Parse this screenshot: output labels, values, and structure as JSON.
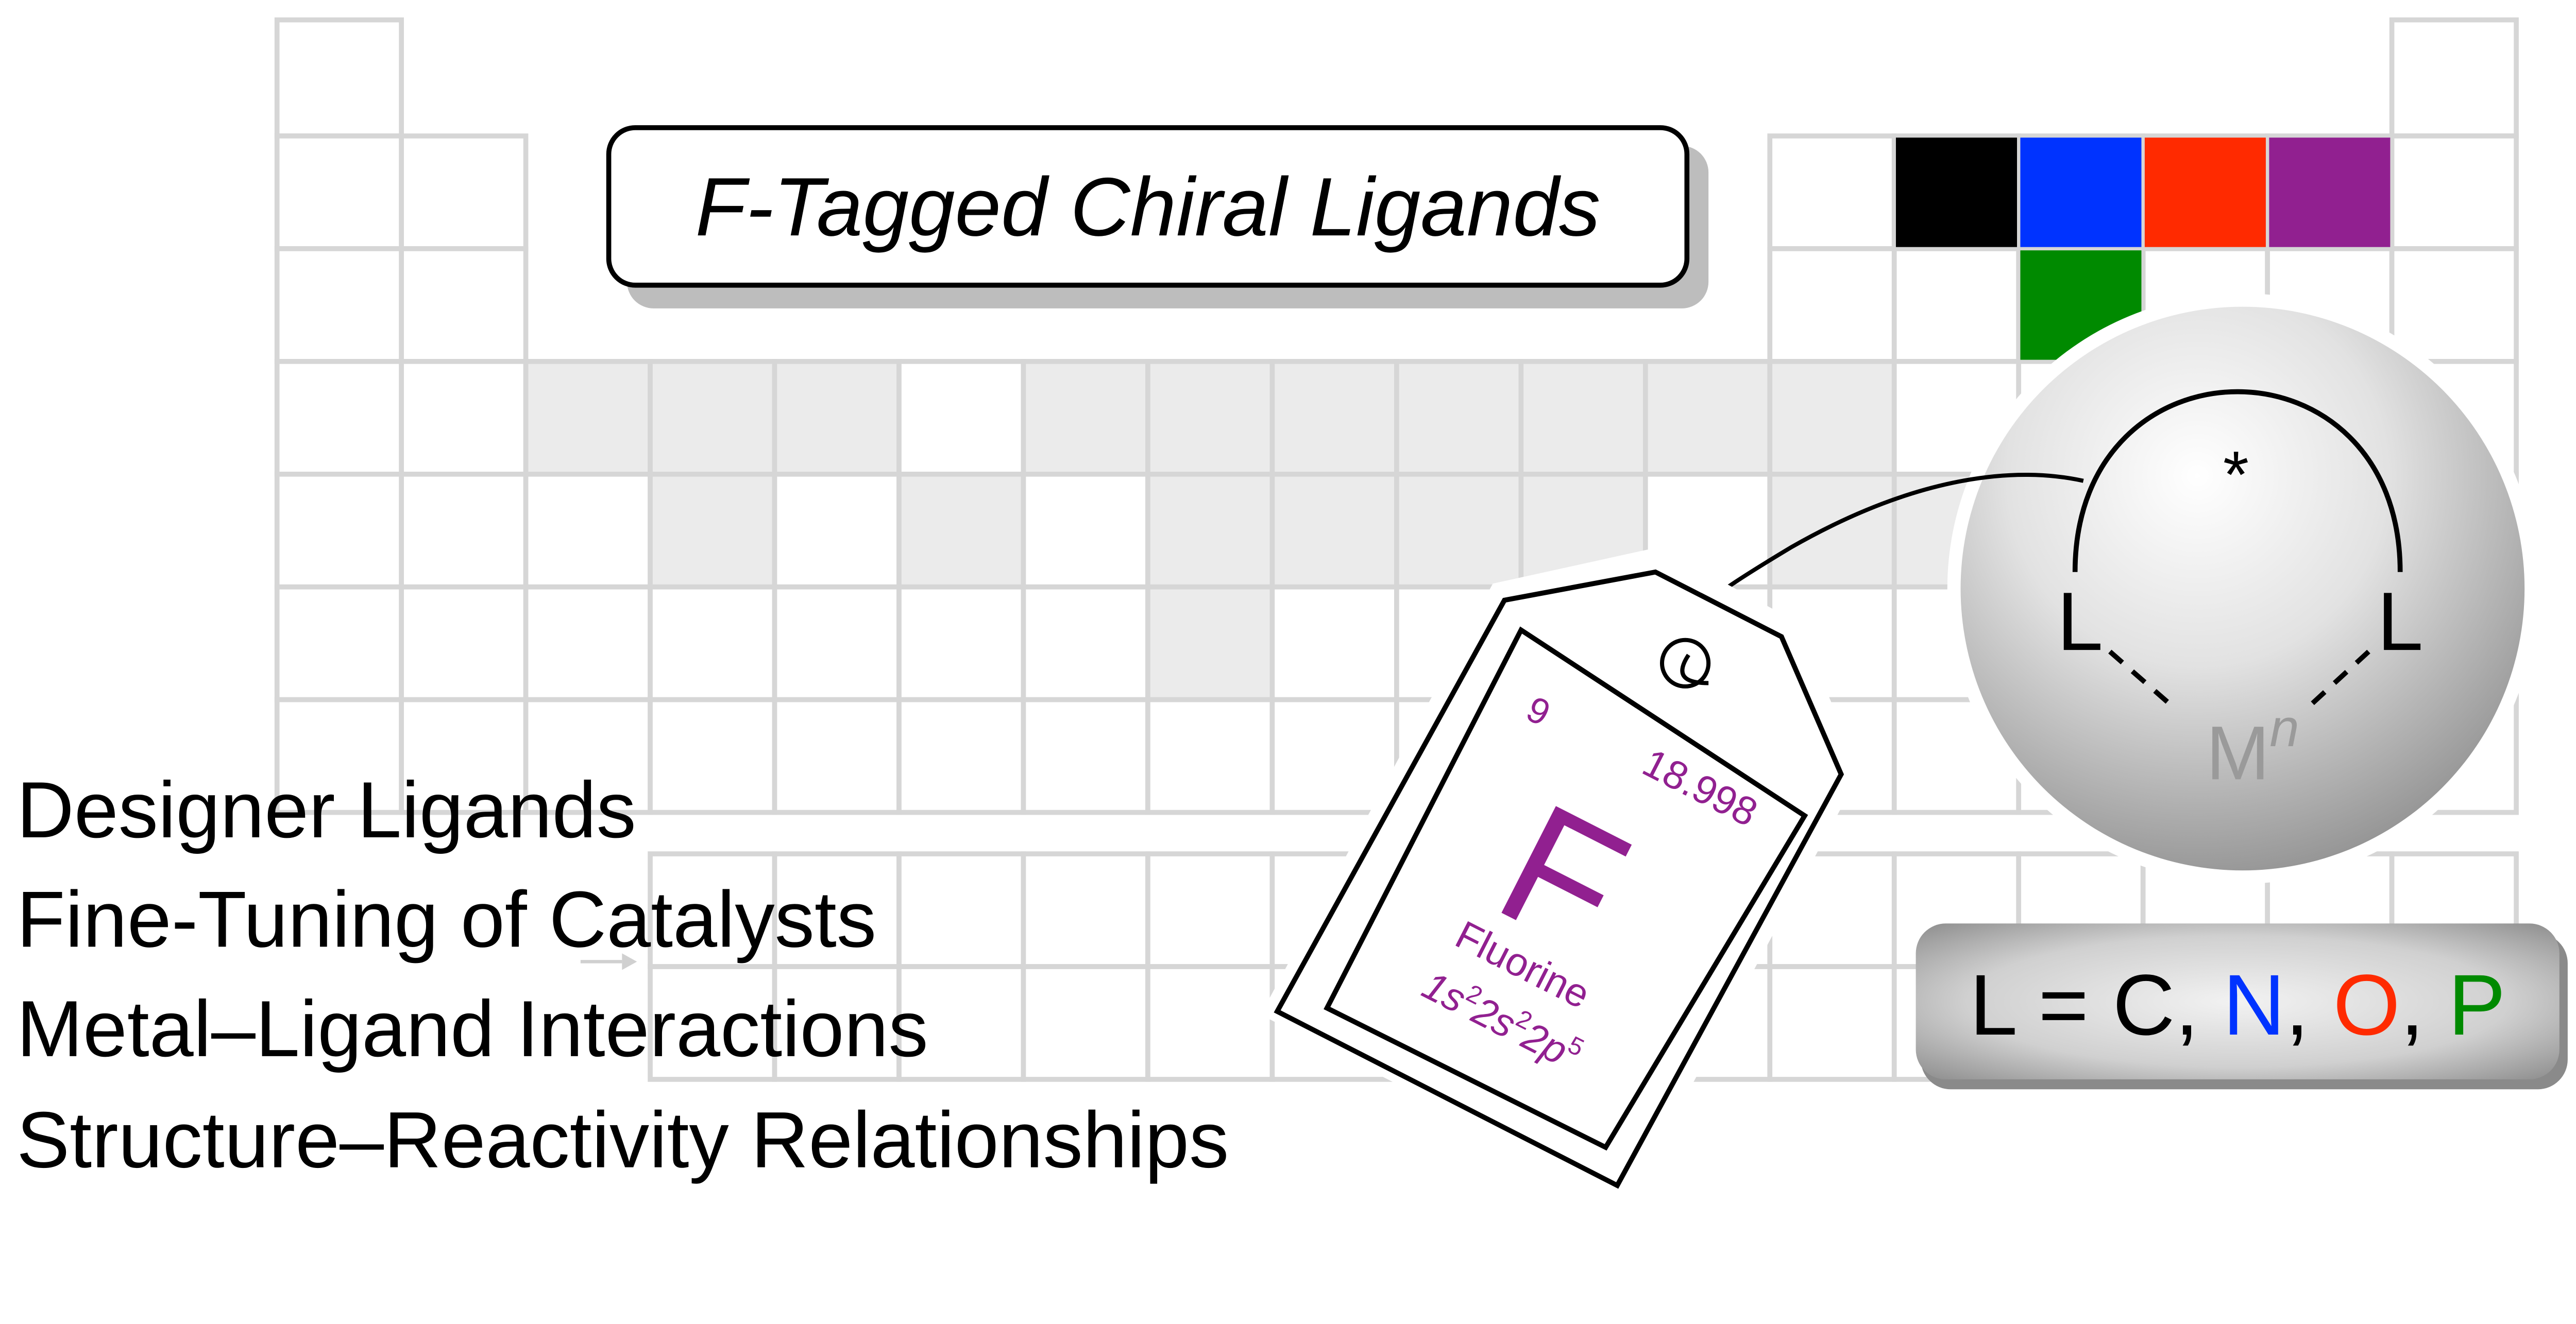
{
  "title": "F-Tagged Chiral Ligands",
  "topics": [
    "Designer Ligands",
    "Fine-Tuning of Catalysts",
    "Metal–Ligand Interactions",
    "Structure–Reactivity Relationships"
  ],
  "element_tag": {
    "atomic_number": "9",
    "atomic_mass": "18.998",
    "symbol": "F",
    "name": "Fluorine",
    "config": [
      "1s",
      "2",
      "2s",
      "2",
      "2p",
      "5"
    ],
    "color": "#912090"
  },
  "complex": {
    "chiral_mark": "*",
    "ligand_left": "L",
    "ligand_right": "L",
    "metal": "M",
    "metal_charge": "n"
  },
  "legend": {
    "prefix": "L = ",
    "atoms": [
      {
        "symbol": "C",
        "color": "#000000"
      },
      {
        "symbol": "N",
        "color": "#0033ff"
      },
      {
        "symbol": "O",
        "color": "#ff2a00"
      },
      {
        "symbol": "P",
        "color": "#008a00"
      }
    ],
    "separator": ", "
  },
  "highlight_colors": [
    "#000000",
    "#0033ff",
    "#ff2a00",
    "#912090",
    "#008a00"
  ]
}
